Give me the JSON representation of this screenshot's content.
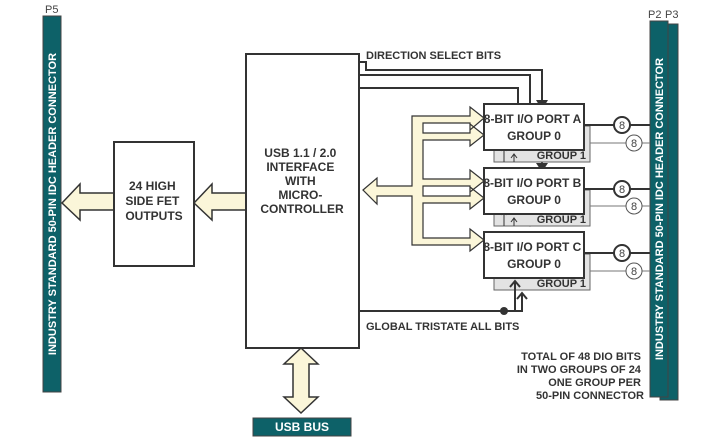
{
  "colors": {
    "connector": "#0d6168",
    "arrow_fill": "#fbf6d9",
    "line": "#333333",
    "group1_fill": "#e3e3e3"
  },
  "connectors": {
    "left_label": "P5",
    "left_text": "INDUSTRY STANDARD 50-PIN IDC HEADER CONNECTOR",
    "right_label_front": "P2",
    "right_label_back": "P3",
    "right_text": "INDUSTRY STANDARD 50-PIN IDC HEADER CONNECTOR"
  },
  "fet_block": {
    "lines": [
      "24 HIGH",
      "SIDE FET",
      "OUTPUTS"
    ]
  },
  "usb_block": {
    "lines": [
      "USB 1.1 / 2.0",
      "INTERFACE",
      "WITH",
      "MICRO-",
      "CONTROLLER"
    ]
  },
  "signals": {
    "direction": "DIRECTION SELECT BITS",
    "tristate": "GLOBAL TRISTATE ALL BITS"
  },
  "ports": [
    {
      "title": "8-BIT I/O PORT A",
      "group0": "GROUP 0",
      "group1": "GROUP 1",
      "bits0": "8",
      "bits1": "8"
    },
    {
      "title": "8-BIT I/O PORT B",
      "group0": "GROUP 0",
      "group1": "GROUP 1",
      "bits0": "8",
      "bits1": "8"
    },
    {
      "title": "8-BIT I/O PORT C",
      "group0": "GROUP 0",
      "group1": "GROUP 1",
      "bits0": "8",
      "bits1": "8"
    }
  ],
  "usb_bus": "USB BUS",
  "note": [
    "TOTAL OF 48 DIO BITS",
    "IN TWO GROUPS OF 24",
    "ONE GROUP PER",
    "50-PIN CONNECTOR"
  ]
}
